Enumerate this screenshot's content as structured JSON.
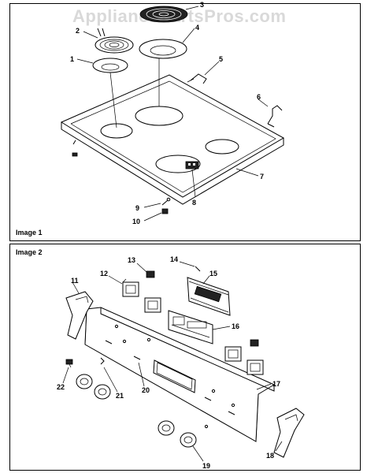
{
  "watermark": "AppliancePartsPros.com",
  "panels": [
    {
      "caption": "Image 1"
    },
    {
      "caption": "Image 2"
    }
  ],
  "callouts": [
    "1",
    "2",
    "3",
    "4",
    "5",
    "6",
    "7",
    "8",
    "9",
    "10",
    "11",
    "12",
    "13",
    "14",
    "15",
    "16",
    "17",
    "18",
    "19",
    "20",
    "21",
    "22"
  ]
}
